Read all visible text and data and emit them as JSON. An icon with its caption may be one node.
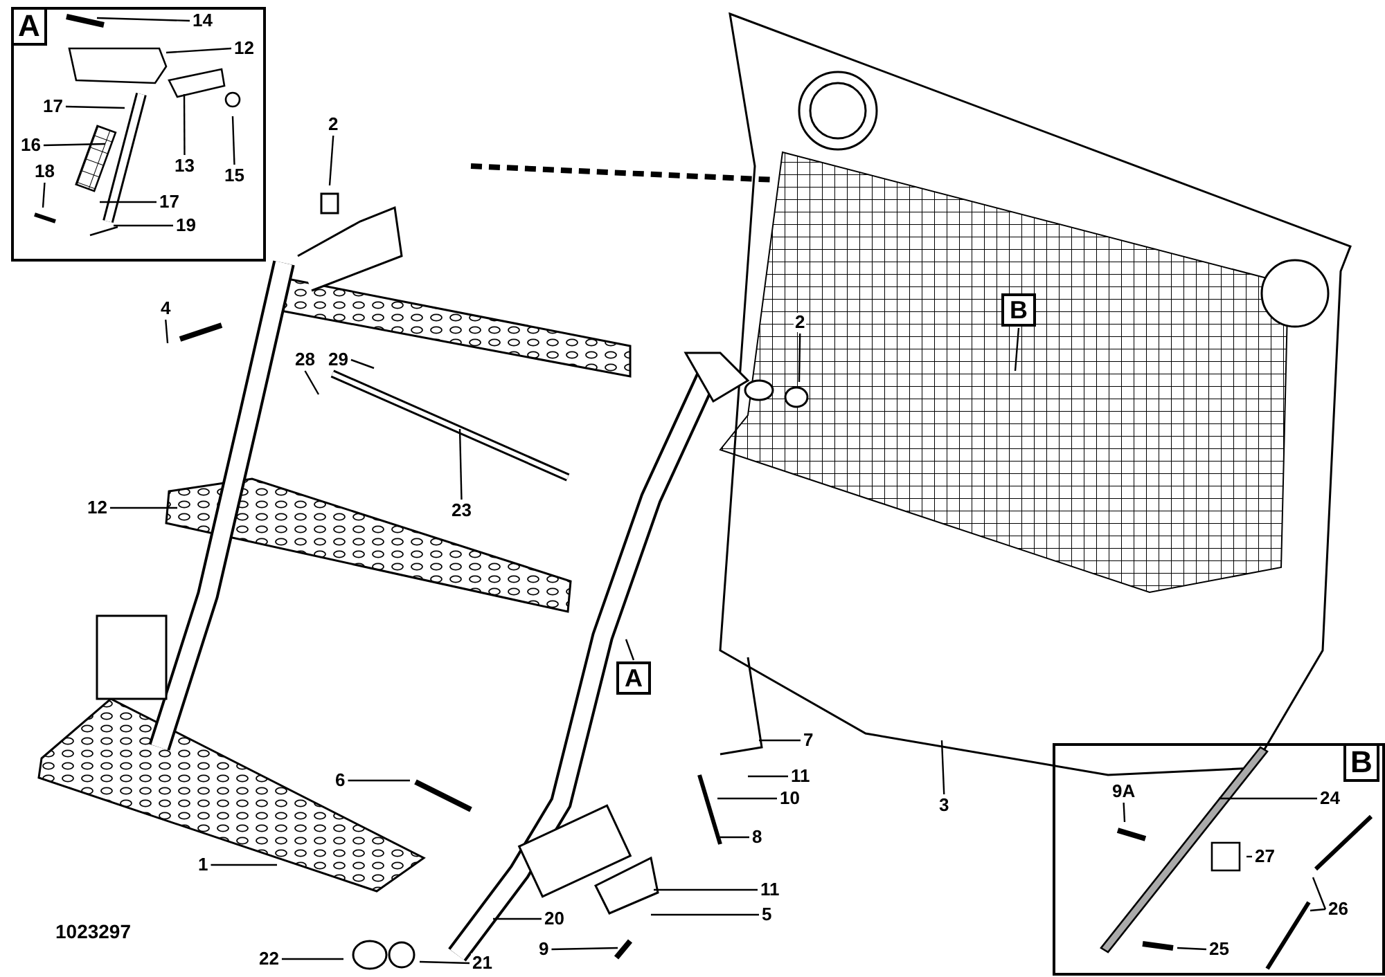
{
  "diagram": {
    "nodes": [
      {
        "text": [],
        "shape": "box"
      },
      {
        "text": [
          "A"
        ],
        "in": 0
      },
      {
        "text": [
          "14"
        ],
        "in": 0
      },
      {
        "text": [
          "12"
        ],
        "in": 0
      },
      {
        "text": [
          "17"
        ],
        "in": 0
      },
      {
        "text": [
          "16"
        ],
        "in": 0
      },
      {
        "text": [
          "13"
        ],
        "in": 0
      },
      {
        "text": [
          "15"
        ],
        "in": 0
      },
      {
        "text": [
          "18"
        ],
        "in": 0
      },
      {
        "text": [
          "17"
        ],
        "in": 0
      },
      {
        "text": [
          "19"
        ],
        "in": 0
      },
      {
        "text": [
          "2"
        ]
      },
      {
        "text": [
          "4"
        ]
      },
      {
        "text": [
          "28"
        ]
      },
      {
        "text": [
          "29"
        ]
      },
      {
        "text": [
          "12"
        ]
      },
      {
        "text": [
          "23"
        ]
      },
      {
        "text": [
          "2"
        ]
      },
      {
        "text": [
          "B"
        ]
      },
      {
        "text": [
          "A"
        ]
      },
      {
        "text": [
          "7"
        ]
      },
      {
        "text": [
          "11"
        ]
      },
      {
        "text": [
          "10"
        ]
      },
      {
        "text": [
          "6"
        ]
      },
      {
        "text": [
          "8"
        ]
      },
      {
        "text": [
          "3"
        ]
      },
      {
        "text": [
          "1"
        ]
      },
      {
        "text": [
          "11"
        ]
      },
      {
        "text": [
          "5"
        ]
      },
      {
        "text": [
          "20"
        ]
      },
      {
        "text": [
          "9"
        ]
      },
      {
        "text": [
          "22"
        ]
      },
      {
        "text": [
          "21"
        ]
      },
      {
        "text": [],
        "shape": "box"
      },
      {
        "text": [
          "B"
        ],
        "in": 33
      },
      {
        "text": [
          "9A"
        ],
        "in": 33
      },
      {
        "text": [
          "24"
        ],
        "in": 33
      },
      {
        "text": [
          "27"
        ],
        "in": 33
      },
      {
        "text": [
          "26"
        ],
        "in": 33
      },
      {
        "text": [
          "25"
        ],
        "in": 33
      }
    ],
    "edges": [
      {
        "from": 2,
        "to": null,
        "arrow": "none"
      },
      {
        "from": 3,
        "to": null,
        "arrow": "none"
      },
      {
        "from": 4,
        "to": null,
        "arrow": "none"
      },
      {
        "from": 5,
        "to": null,
        "arrow": "none"
      },
      {
        "from": 6,
        "to": null,
        "arrow": "none"
      },
      {
        "from": 7,
        "to": null,
        "arrow": "none"
      },
      {
        "from": 8,
        "to": null,
        "arrow": "none"
      },
      {
        "from": 9,
        "to": null,
        "arrow": "none"
      },
      {
        "from": 10,
        "to": null,
        "arrow": "none"
      },
      {
        "from": 11,
        "to": null,
        "arrow": "none"
      },
      {
        "from": 12,
        "to": null,
        "arrow": "none"
      },
      {
        "from": 13,
        "to": null,
        "arrow": "none"
      },
      {
        "from": 14,
        "to": null,
        "arrow": "none"
      },
      {
        "from": 15,
        "to": null,
        "arrow": "none"
      },
      {
        "from": 16,
        "to": null,
        "arrow": "none"
      },
      {
        "from": 17,
        "to": null,
        "arrow": "none"
      },
      {
        "from": 18,
        "to": null,
        "arrow": "none"
      },
      {
        "from": 19,
        "to": null,
        "arrow": "none"
      },
      {
        "from": 20,
        "to": null,
        "arrow": "none"
      },
      {
        "from": 21,
        "to": null,
        "arrow": "none"
      },
      {
        "from": 22,
        "to": null,
        "arrow": "none"
      },
      {
        "from": 23,
        "to": null,
        "arrow": "none"
      },
      {
        "from": 24,
        "to": null,
        "arrow": "none"
      },
      {
        "from": 25,
        "to": null,
        "arrow": "none"
      },
      {
        "from": 26,
        "to": null,
        "arrow": "none"
      },
      {
        "from": 27,
        "to": null,
        "arrow": "none"
      },
      {
        "from": 28,
        "to": null,
        "arrow": "none"
      },
      {
        "from": 29,
        "to": null,
        "arrow": "none"
      },
      {
        "from": 30,
        "to": null,
        "arrow": "none"
      },
      {
        "from": 31,
        "to": null,
        "arrow": "none"
      },
      {
        "from": 32,
        "to": null,
        "arrow": "none"
      },
      {
        "from": 35,
        "to": null,
        "arrow": "none"
      },
      {
        "from": 36,
        "to": null,
        "arrow": "none"
      },
      {
        "from": 37,
        "to": null,
        "arrow": "none"
      },
      {
        "from": 38,
        "to": null,
        "arrow": "none"
      },
      {
        "from": 38,
        "to": null,
        "arrow": "none"
      },
      {
        "from": 39,
        "to": null,
        "arrow": "none"
      }
    ],
    "labels": [
      "1023297"
    ]
  }
}
